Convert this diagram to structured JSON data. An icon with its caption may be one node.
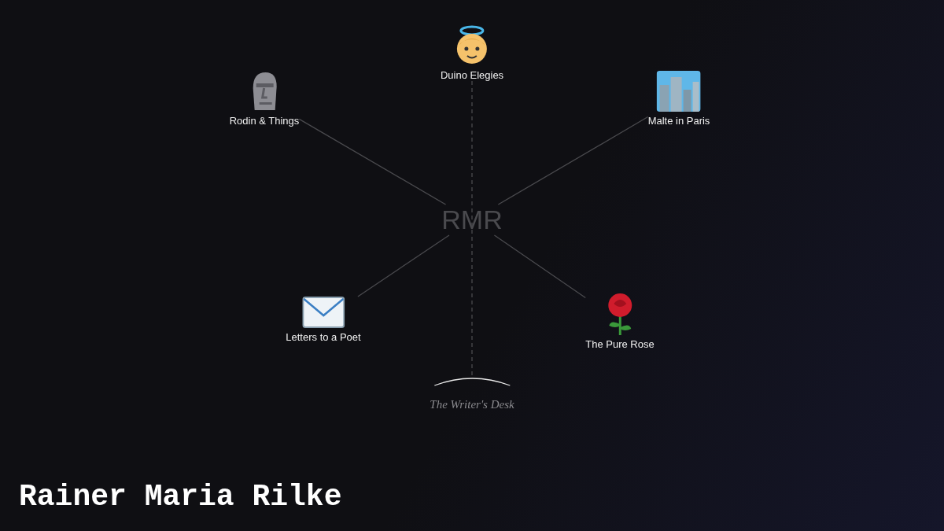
{
  "diagram": {
    "title": "Rainer Maria Rilke",
    "nodes": [
      {
        "text": [
          "Duino Elegies"
        ]
      },
      {
        "text": [
          "Rodin & Things"
        ]
      },
      {
        "text": [
          "Malte in Paris"
        ]
      },
      {
        "text": [
          "RMR"
        ]
      },
      {
        "text": [
          "Letters to a Poet"
        ]
      },
      {
        "text": [
          "The Pure Rose"
        ]
      },
      {
        "text": [
          "The Writer's Desk"
        ]
      }
    ],
    "edges": [
      {
        "from": 3,
        "to": 1,
        "arrow": "none"
      },
      {
        "from": 3,
        "to": 2,
        "arrow": "none"
      },
      {
        "from": 3,
        "to": 4,
        "arrow": "none"
      },
      {
        "from": 3,
        "to": 5,
        "arrow": "none"
      },
      {
        "from": 0,
        "to": 6,
        "arrow": "none",
        "style": "dashed"
      }
    ]
  }
}
